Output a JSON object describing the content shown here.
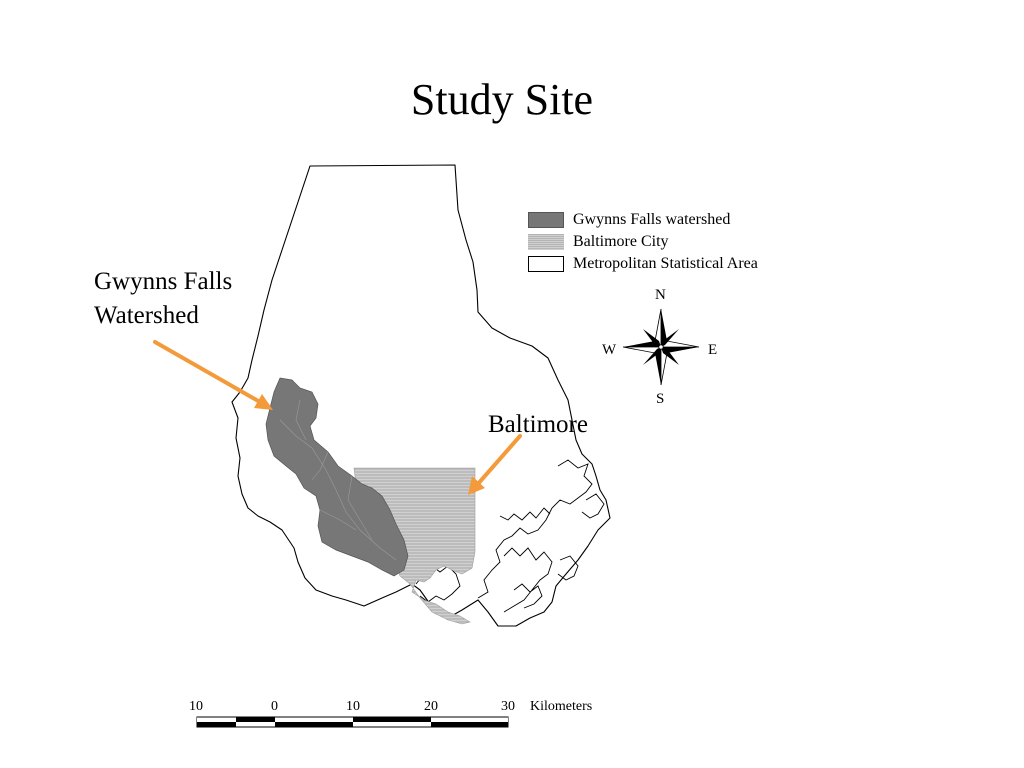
{
  "title": "Study Site",
  "callouts": {
    "gwynns_line1": "Gwynns Falls",
    "gwynns_line2": "Watershed",
    "baltimore": "Baltimore"
  },
  "legend": {
    "items": [
      {
        "label": "Gwynns Falls watershed",
        "color": "#777777"
      },
      {
        "label": "Baltimore City",
        "color": "#c2c2c2"
      },
      {
        "label": "Metropolitan Statistical Area",
        "color": "#ffffff"
      }
    ]
  },
  "compass": {
    "north": "N",
    "south": "S",
    "east": "E",
    "west": "W"
  },
  "scale_bar": {
    "ticks": [
      "10",
      "0",
      "10",
      "20",
      "30"
    ],
    "units": "Kilometers"
  },
  "colors": {
    "arrow": "#f39a3b",
    "watershed": "#777777",
    "city": "#c2c2c2",
    "outline": "#000000"
  }
}
